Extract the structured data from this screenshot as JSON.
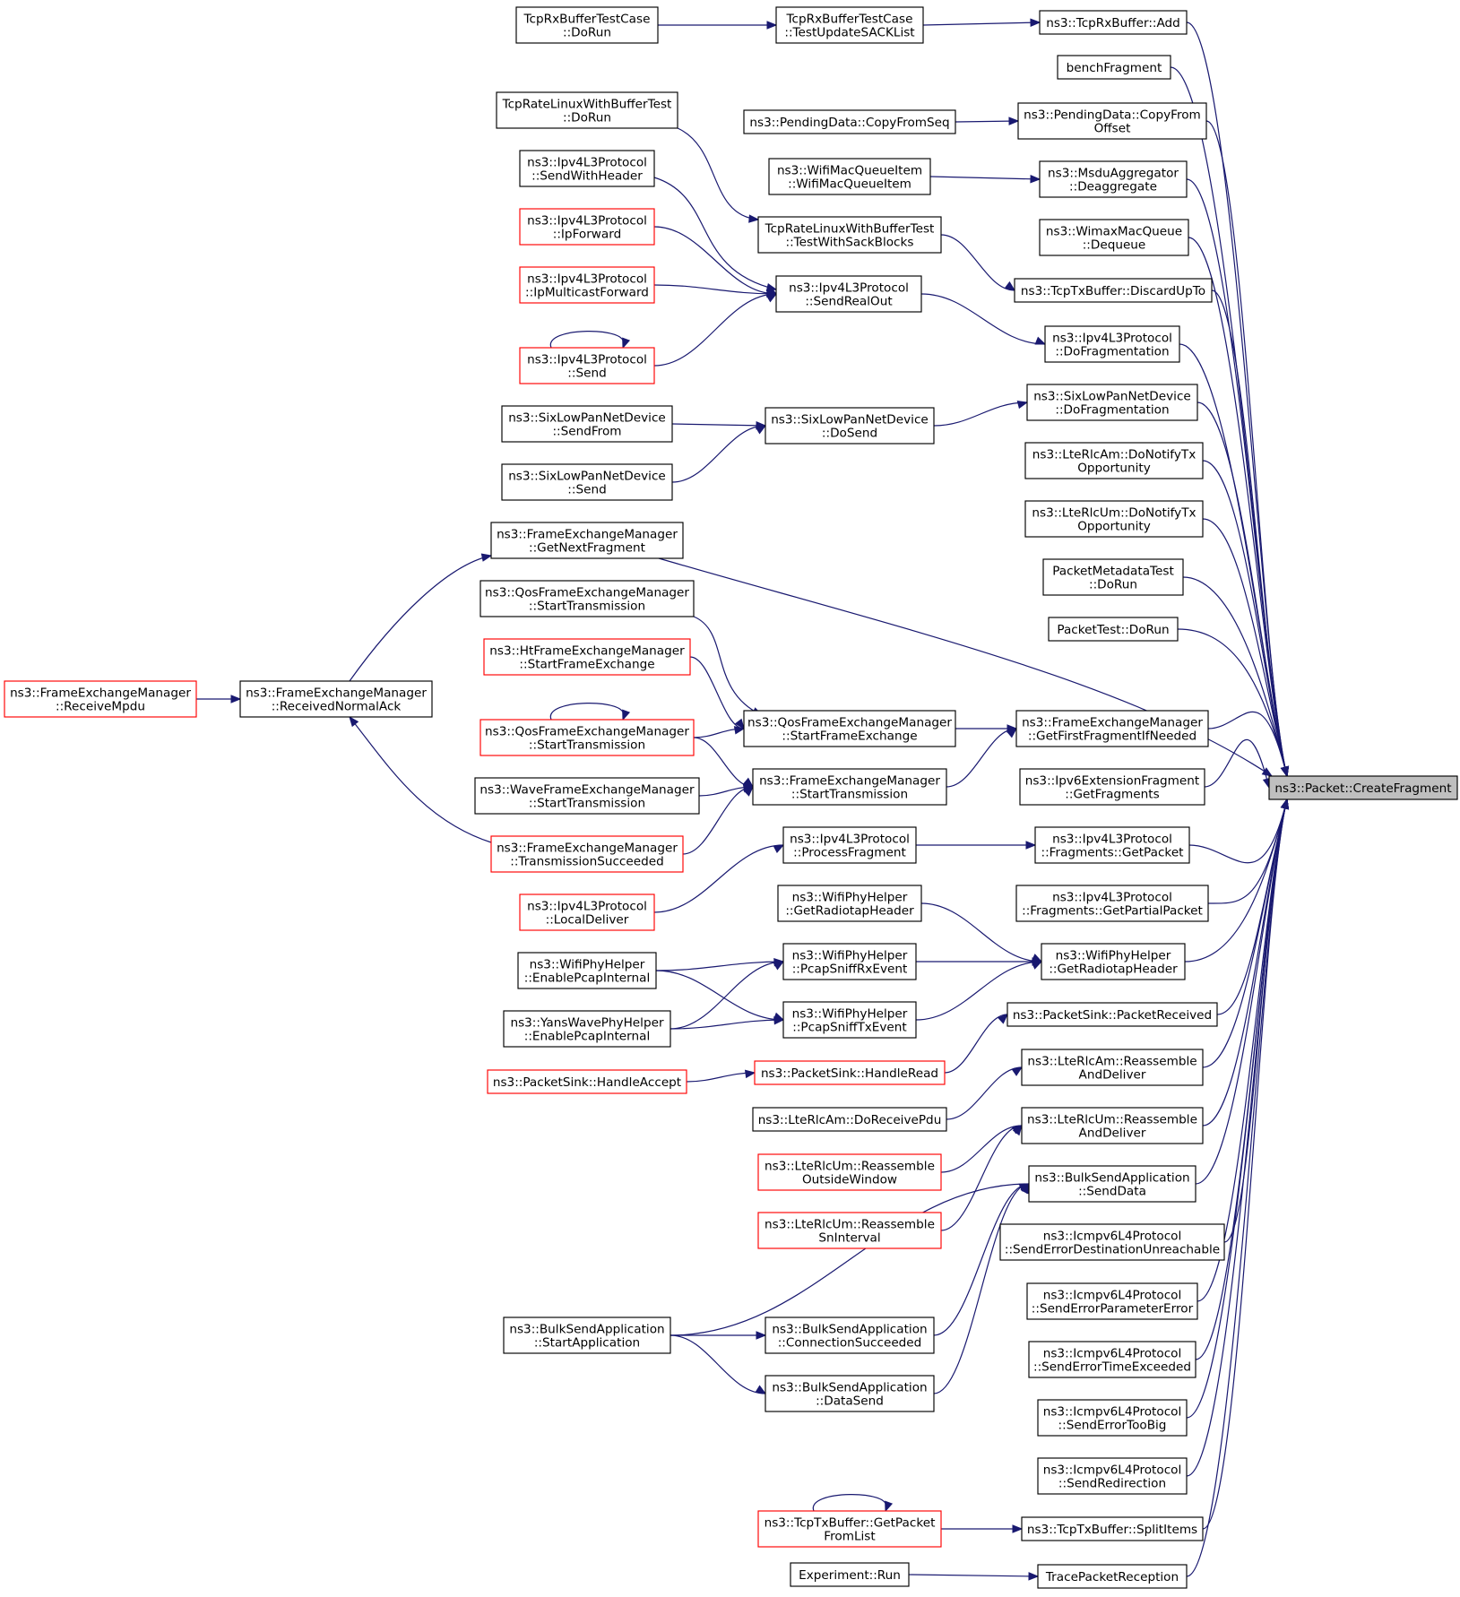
{
  "root": "cf",
  "colors": {
    "edge": "#191970",
    "root_fill": "#bfbfbf",
    "red_border": "#ff0000",
    "black_border": "#000000"
  },
  "nodes": [
    {
      "id": "cf",
      "lines": [
        "ns3::Packet::CreateFragment"
      ],
      "border": "black",
      "root": true
    },
    {
      "id": "rxadd",
      "lines": [
        "ns3::TcpRxBuffer::Add"
      ],
      "border": "black"
    },
    {
      "id": "bench",
      "lines": [
        "benchFragment"
      ],
      "border": "black"
    },
    {
      "id": "pdcfo",
      "lines": [
        "ns3::PendingData::CopyFrom",
        "Offset"
      ],
      "border": "black"
    },
    {
      "id": "msdu",
      "lines": [
        "ns3::MsduAggregator",
        "::Deaggregate"
      ],
      "border": "black"
    },
    {
      "id": "wmq",
      "lines": [
        "ns3::WimaxMacQueue",
        "::Dequeue"
      ],
      "border": "black"
    },
    {
      "id": "txdut",
      "lines": [
        "ns3::TcpTxBuffer::DiscardUpTo"
      ],
      "border": "black"
    },
    {
      "id": "ipv4frag",
      "lines": [
        "ns3::Ipv4L3Protocol",
        "::DoFragmentation"
      ],
      "border": "black"
    },
    {
      "id": "sixfrag",
      "lines": [
        "ns3::SixLowPanNetDevice",
        "::DoFragmentation"
      ],
      "border": "black"
    },
    {
      "id": "amnotify",
      "lines": [
        "ns3::LteRlcAm::DoNotifyTx",
        "Opportunity"
      ],
      "border": "black"
    },
    {
      "id": "umnotify",
      "lines": [
        "ns3::LteRlcUm::DoNotifyTx",
        "Opportunity"
      ],
      "border": "black"
    },
    {
      "id": "pmtest",
      "lines": [
        "PacketMetadataTest",
        "::DoRun"
      ],
      "border": "black"
    },
    {
      "id": "ptest",
      "lines": [
        "PacketTest::DoRun"
      ],
      "border": "black"
    },
    {
      "id": "gffn",
      "lines": [
        "ns3::FrameExchangeManager",
        "::GetFirstFragmentIfNeeded"
      ],
      "border": "black"
    },
    {
      "id": "ipv6ext",
      "lines": [
        "ns3::Ipv6ExtensionFragment",
        "::GetFragments"
      ],
      "border": "black"
    },
    {
      "id": "fraggp",
      "lines": [
        "ns3::Ipv4L3Protocol",
        "::Fragments::GetPacket"
      ],
      "border": "black"
    },
    {
      "id": "fraggpp",
      "lines": [
        "ns3::Ipv4L3Protocol",
        "::Fragments::GetPartialPacket"
      ],
      "border": "black"
    },
    {
      "id": "grh2",
      "lines": [
        "ns3::WifiPhyHelper",
        "::GetRadiotapHeader"
      ],
      "border": "black"
    },
    {
      "id": "psrecv",
      "lines": [
        "ns3::PacketSink::PacketReceived"
      ],
      "border": "black"
    },
    {
      "id": "amrad",
      "lines": [
        "ns3::LteRlcAm::Reassemble",
        "AndDeliver"
      ],
      "border": "black"
    },
    {
      "id": "umrad",
      "lines": [
        "ns3::LteRlcUm::Reassemble",
        "AndDeliver"
      ],
      "border": "black"
    },
    {
      "id": "bssd",
      "lines": [
        "ns3::BulkSendApplication",
        "::SendData"
      ],
      "border": "black"
    },
    {
      "id": "icdu",
      "lines": [
        "ns3::Icmpv6L4Protocol",
        "::SendErrorDestinationUnreachable"
      ],
      "border": "black"
    },
    {
      "id": "icpe",
      "lines": [
        "ns3::Icmpv6L4Protocol",
        "::SendErrorParameterError"
      ],
      "border": "black"
    },
    {
      "id": "icte",
      "lines": [
        "ns3::Icmpv6L4Protocol",
        "::SendErrorTimeExceeded"
      ],
      "border": "black"
    },
    {
      "id": "ictb",
      "lines": [
        "ns3::Icmpv6L4Protocol",
        "::SendErrorTooBig"
      ],
      "border": "black"
    },
    {
      "id": "icred",
      "lines": [
        "ns3::Icmpv6L4Protocol",
        "::SendRedirection"
      ],
      "border": "black"
    },
    {
      "id": "split",
      "lines": [
        "ns3::TcpTxBuffer::SplitItems"
      ],
      "border": "black"
    },
    {
      "id": "tpr",
      "lines": [
        "TracePacketReception"
      ],
      "border": "black"
    },
    {
      "id": "rxupd",
      "lines": [
        "TcpRxBufferTestCase",
        "::TestUpdateSACKList"
      ],
      "border": "black"
    },
    {
      "id": "pdcfs",
      "lines": [
        "ns3::PendingData::CopyFromSeq"
      ],
      "border": "black"
    },
    {
      "id": "wmqi",
      "lines": [
        "ns3::WifiMacQueueItem",
        "::WifiMacQueueItem"
      ],
      "border": "black"
    },
    {
      "id": "tswsb",
      "lines": [
        "TcpRateLinuxWithBufferTest",
        "::TestWithSackBlocks"
      ],
      "border": "black"
    },
    {
      "id": "sro",
      "lines": [
        "ns3::Ipv4L3Protocol",
        "::SendRealOut"
      ],
      "border": "black"
    },
    {
      "id": "sixds",
      "lines": [
        "ns3::SixLowPanNetDevice",
        "::DoSend"
      ],
      "border": "black"
    },
    {
      "id": "qsfe",
      "lines": [
        "ns3::QosFrameExchangeManager",
        "::StartFrameExchange"
      ],
      "border": "black"
    },
    {
      "id": "feest",
      "lines": [
        "ns3::FrameExchangeManager",
        "::StartTransmission"
      ],
      "border": "black"
    },
    {
      "id": "pfrag",
      "lines": [
        "ns3::Ipv4L3Protocol",
        "::ProcessFragment"
      ],
      "border": "black"
    },
    {
      "id": "grh1",
      "lines": [
        "ns3::WifiPhyHelper",
        "::GetRadiotapHeader"
      ],
      "border": "black"
    },
    {
      "id": "psrx",
      "lines": [
        "ns3::WifiPhyHelper",
        "::PcapSniffRxEvent"
      ],
      "border": "black"
    },
    {
      "id": "pstx",
      "lines": [
        "ns3::WifiPhyHelper",
        "::PcapSniffTxEvent"
      ],
      "border": "black"
    },
    {
      "id": "pshr",
      "lines": [
        "ns3::PacketSink::HandleRead"
      ],
      "border": "red"
    },
    {
      "id": "amdrp",
      "lines": [
        "ns3::LteRlcAm::DoReceivePdu"
      ],
      "border": "black"
    },
    {
      "id": "umrow",
      "lines": [
        "ns3::LteRlcUm::Reassemble",
        "OutsideWindow"
      ],
      "border": "red"
    },
    {
      "id": "umrsi",
      "lines": [
        "ns3::LteRlcUm::Reassemble",
        "SnInterval"
      ],
      "border": "red"
    },
    {
      "id": "bscs",
      "lines": [
        "ns3::BulkSendApplication",
        "::ConnectionSucceeded"
      ],
      "border": "black"
    },
    {
      "id": "bsds",
      "lines": [
        "ns3::BulkSendApplication",
        "::DataSend"
      ],
      "border": "black"
    },
    {
      "id": "txgpfl",
      "lines": [
        "ns3::TcpTxBuffer::GetPacket",
        "FromList"
      ],
      "border": "red"
    },
    {
      "id": "exprun",
      "lines": [
        "Experiment::Run"
      ],
      "border": "black"
    },
    {
      "id": "rxdorun",
      "lines": [
        "TcpRxBufferTestCase",
        "::DoRun"
      ],
      "border": "black"
    },
    {
      "id": "trlbt",
      "lines": [
        "TcpRateLinuxWithBufferTest",
        "::DoRun"
      ],
      "border": "black"
    },
    {
      "id": "swh",
      "lines": [
        "ns3::Ipv4L3Protocol",
        "::SendWithHeader"
      ],
      "border": "black"
    },
    {
      "id": "ipfwd",
      "lines": [
        "ns3::Ipv4L3Protocol",
        "::IpForward"
      ],
      "border": "red"
    },
    {
      "id": "ipmfwd",
      "lines": [
        "ns3::Ipv4L3Protocol",
        "::IpMulticastForward"
      ],
      "border": "red"
    },
    {
      "id": "ipsend",
      "lines": [
        "ns3::Ipv4L3Protocol",
        "::Send"
      ],
      "border": "red"
    },
    {
      "id": "sixsf",
      "lines": [
        "ns3::SixLowPanNetDevice",
        "::SendFrom"
      ],
      "border": "black"
    },
    {
      "id": "sixsend",
      "lines": [
        "ns3::SixLowPanNetDevice",
        "::Send"
      ],
      "border": "black"
    },
    {
      "id": "gnf",
      "lines": [
        "ns3::FrameExchangeManager",
        "::GetNextFragment"
      ],
      "border": "black"
    },
    {
      "id": "qfest1",
      "lines": [
        "ns3::QosFrameExchangeManager",
        "::StartTransmission"
      ],
      "border": "black"
    },
    {
      "id": "htsfe",
      "lines": [
        "ns3::HtFrameExchangeManager",
        "::StartFrameExchange"
      ],
      "border": "red"
    },
    {
      "id": "qfest2",
      "lines": [
        "ns3::QosFrameExchangeManager",
        "::StartTransmission"
      ],
      "border": "red"
    },
    {
      "id": "wavest",
      "lines": [
        "ns3::WaveFrameExchangeManager",
        "::StartTransmission"
      ],
      "border": "black"
    },
    {
      "id": "fets",
      "lines": [
        "ns3::FrameExchangeManager",
        "::TransmissionSucceeded"
      ],
      "border": "red"
    },
    {
      "id": "ldel",
      "lines": [
        "ns3::Ipv4L3Protocol",
        "::LocalDeliver"
      ],
      "border": "red"
    },
    {
      "id": "wpep",
      "lines": [
        "ns3::WifiPhyHelper",
        "::EnablePcapInternal"
      ],
      "border": "black"
    },
    {
      "id": "ywep",
      "lines": [
        "ns3::YansWavePhyHelper",
        "::EnablePcapInternal"
      ],
      "border": "black"
    },
    {
      "id": "psha",
      "lines": [
        "ns3::PacketSink::HandleAccept"
      ],
      "border": "red"
    },
    {
      "id": "bssa",
      "lines": [
        "ns3::BulkSendApplication",
        "::StartApplication"
      ],
      "border": "black"
    },
    {
      "id": "rna",
      "lines": [
        "ns3::FrameExchangeManager",
        "::ReceivedNormalAck"
      ],
      "border": "black"
    },
    {
      "id": "rmpdu",
      "lines": [
        "ns3::FrameExchangeManager",
        "::ReceiveMpdu"
      ],
      "border": "red"
    }
  ],
  "edges": [
    [
      "rxadd",
      "cf"
    ],
    [
      "bench",
      "cf"
    ],
    [
      "pdcfo",
      "cf"
    ],
    [
      "msdu",
      "cf"
    ],
    [
      "wmq",
      "cf"
    ],
    [
      "txdut",
      "cf"
    ],
    [
      "ipv4frag",
      "cf"
    ],
    [
      "sixfrag",
      "cf"
    ],
    [
      "amnotify",
      "cf"
    ],
    [
      "umnotify",
      "cf"
    ],
    [
      "pmtest",
      "cf"
    ],
    [
      "ptest",
      "cf"
    ],
    [
      "gnf",
      "cf"
    ],
    [
      "gffn",
      "cf"
    ],
    [
      "ipv6ext",
      "cf"
    ],
    [
      "fraggp",
      "cf"
    ],
    [
      "fraggpp",
      "cf"
    ],
    [
      "grh2",
      "cf"
    ],
    [
      "psrecv",
      "cf"
    ],
    [
      "amrad",
      "cf"
    ],
    [
      "umrad",
      "cf"
    ],
    [
      "bssd",
      "cf"
    ],
    [
      "icdu",
      "cf"
    ],
    [
      "icpe",
      "cf"
    ],
    [
      "icte",
      "cf"
    ],
    [
      "ictb",
      "cf"
    ],
    [
      "icred",
      "cf"
    ],
    [
      "split",
      "cf"
    ],
    [
      "tpr",
      "cf"
    ],
    [
      "rxupd",
      "rxadd"
    ],
    [
      "rxdorun",
      "rxupd"
    ],
    [
      "pdcfs",
      "pdcfo"
    ],
    [
      "wmqi",
      "msdu"
    ],
    [
      "tswsb",
      "txdut"
    ],
    [
      "trlbt",
      "tswsb"
    ],
    [
      "sro",
      "ipv4frag"
    ],
    [
      "swh",
      "sro"
    ],
    [
      "ipfwd",
      "sro"
    ],
    [
      "ipmfwd",
      "sro"
    ],
    [
      "ipsend",
      "sro"
    ],
    [
      "ipsend",
      "ipsend"
    ],
    [
      "sixds",
      "sixfrag"
    ],
    [
      "sixsf",
      "sixds"
    ],
    [
      "sixsend",
      "sixds"
    ],
    [
      "rna",
      "gnf"
    ],
    [
      "rmpdu",
      "rna"
    ],
    [
      "fets",
      "rna"
    ],
    [
      "qsfe",
      "gffn"
    ],
    [
      "feest",
      "gffn"
    ],
    [
      "qfest1",
      "qsfe"
    ],
    [
      "htsfe",
      "qsfe"
    ],
    [
      "qfest2",
      "qsfe"
    ],
    [
      "qfest2",
      "qfest2"
    ],
    [
      "qfest2",
      "feest"
    ],
    [
      "wavest",
      "feest"
    ],
    [
      "fets",
      "feest"
    ],
    [
      "pfrag",
      "fraggp"
    ],
    [
      "ldel",
      "pfrag"
    ],
    [
      "grh1",
      "grh2"
    ],
    [
      "psrx",
      "grh2"
    ],
    [
      "pstx",
      "grh2"
    ],
    [
      "wpep",
      "psrx"
    ],
    [
      "ywep",
      "psrx"
    ],
    [
      "wpep",
      "pstx"
    ],
    [
      "ywep",
      "pstx"
    ],
    [
      "pshr",
      "psrecv"
    ],
    [
      "psha",
      "pshr"
    ],
    [
      "amdrp",
      "amrad"
    ],
    [
      "umrow",
      "umrad"
    ],
    [
      "umrsi",
      "umrad"
    ],
    [
      "bssa",
      "bssd"
    ],
    [
      "bscs",
      "bssd"
    ],
    [
      "bsds",
      "bssd"
    ],
    [
      "bssa",
      "bscs"
    ],
    [
      "bssa",
      "bsds"
    ],
    [
      "txgpfl",
      "split"
    ],
    [
      "txgpfl",
      "txgpfl"
    ],
    [
      "exprun",
      "tpr"
    ]
  ]
}
